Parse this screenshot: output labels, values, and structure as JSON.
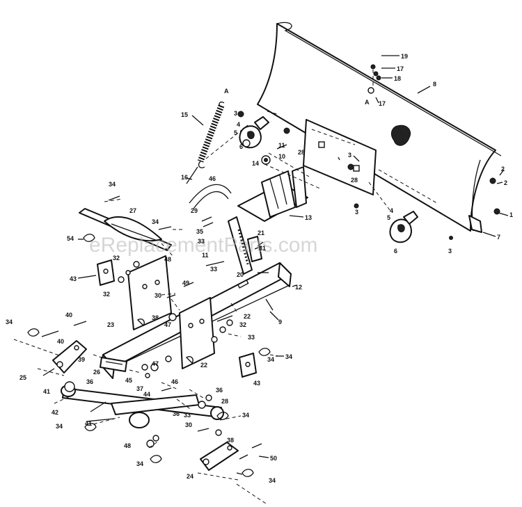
{
  "watermark": "eReplacementParts.com",
  "callouts": {
    "c19": "19",
    "c17a": "17",
    "c18a": "18",
    "c8": "8",
    "cA1": "A",
    "c17b": "17",
    "cA2": "A",
    "c15": "15",
    "c3a": "3",
    "c5a": "5",
    "c4a": "4",
    "c6a": "6",
    "c11": "11",
    "c10": "10",
    "c16": "16",
    "c14": "14",
    "c28a": "28",
    "c3b": "3",
    "c28b": "28",
    "c2a": "2",
    "c2b": "2",
    "c1": "1",
    "c7": "7",
    "c5b": "5",
    "c4b": "4",
    "c6b": "6",
    "c3c": "3",
    "c3d": "3",
    "c13": "13",
    "c46a": "46",
    "c29": "29",
    "c34a": "34",
    "c27": "27",
    "c34b": "34",
    "c54": "54",
    "c35": "35",
    "c33a": "33",
    "c21": "21",
    "c31": "31",
    "c20": "20",
    "c11b": "11",
    "c43a": "43",
    "c32a": "32",
    "c32b": "32",
    "c48": "48",
    "c30": "30",
    "c49": "49",
    "c23": "23",
    "c38": "38",
    "c47a": "47",
    "c12": "12",
    "c9": "9",
    "c22a": "22",
    "c33b": "33",
    "c34c": "34",
    "c40": "40",
    "c26": "26",
    "c25": "25",
    "c39": "39",
    "c36a": "36",
    "c41a": "41",
    "c42": "42",
    "c34d": "34",
    "c41b": "41",
    "c45": "45",
    "c37": "37",
    "c44": "44",
    "c46b": "46",
    "c47b": "47",
    "c22b": "22",
    "c43b": "43",
    "c34e": "34",
    "c36b": "36",
    "c33c": "33",
    "c36c": "36",
    "c34f": "34",
    "c30b": "30",
    "c48b": "48",
    "c34g": "34",
    "c50": "50",
    "c24": "24",
    "c34h": "34",
    "c38b": "38",
    "c28c": "28",
    "c32c": "32",
    "c33d": "33",
    "c34i": "34",
    "c40b": "40"
  }
}
